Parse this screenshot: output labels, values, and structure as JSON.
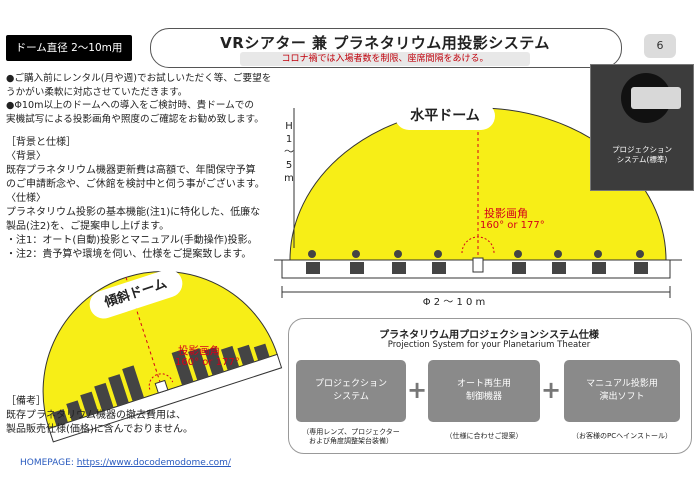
{
  "header": {
    "dome_tag": "ドーム直径 2〜10m用",
    "title": "VRシアター 兼 プラネタリウム用投影システム",
    "subtitle": "コロナ禍では入場者数を制限、座席間隔をあける。",
    "page_number": "6"
  },
  "intro": {
    "line1": "●ご購入前にレンタル(月や週)でお試しいただく等、ご要望を",
    "line2": "うかがい柔軟に対応させていただきます。",
    "line3": "●Φ10m以上のドームへの導入をご検討時、貴ドームでの",
    "line4": "実機試写による投影画角や照度のご確認をお勧め致します。"
  },
  "background": {
    "heading": "［背景と仕様］",
    "sub_bg": "〈背景〉",
    "bg1": "既存プラネタリウム機器更新費は高額で、年間保守予算",
    "bg2": "のご申請断念や、ご休館を検討中と伺う事がございます。",
    "sub_spec": "〈仕様〉",
    "spec1": "プラネタリウム投影の基本機能(注1)に特化した、低廉な",
    "spec2": "製品(注2)を、ご提案申し上げます。",
    "note1": "・注1：オート(自動)投影とマニュアル(手動操作)投影。",
    "note2": "・注2：貴予算や環境を伺い、仕様をご提案致します。"
  },
  "remarks": {
    "heading": "［備考］",
    "line1": "既存プラネタリウム機器の撤去費用は、",
    "line2": "製品販売仕様(価格)に含んでおりません。"
  },
  "horizontal_dome": {
    "label": "水平ドーム",
    "height": "H 1 〜 5 m",
    "angle_label": "投影画角",
    "angle_value": "160° or 177°",
    "diameter": "Φ 2 〜 1 0 m"
  },
  "tilted_dome": {
    "label": "傾斜ドーム",
    "angle_label": "投影画角",
    "angle_value": "160° or 177°"
  },
  "photo": {
    "caption1": "プロジェクション",
    "caption2": "システム(標準)"
  },
  "spec_system": {
    "title": "プラネタリウム用プロジェクションシステム仕様",
    "subtitle": "Projection System for your Planetarium Theater",
    "box1_line1": "プロジェクション",
    "box1_line2": "システム",
    "box2_line1": "オート再生用",
    "box2_line2": "制御機器",
    "box3_line1": "マニュアル投影用",
    "box3_line2": "演出ソフト",
    "cap1_line1": "（専用レンズ、プロジェクター",
    "cap1_line2": "および角度調整架台装備）",
    "cap2": "（仕様に合わせご提案）",
    "cap3": "（お客様のPCへインストール）",
    "plus": "+"
  },
  "footer": {
    "label": "HOMEPAGE:",
    "url": "https://www.docodemodome.com/"
  },
  "colors": {
    "dome_yellow": "#f7ee17",
    "accent_red": "#d4001a",
    "box_gray": "#8a8a8a"
  }
}
